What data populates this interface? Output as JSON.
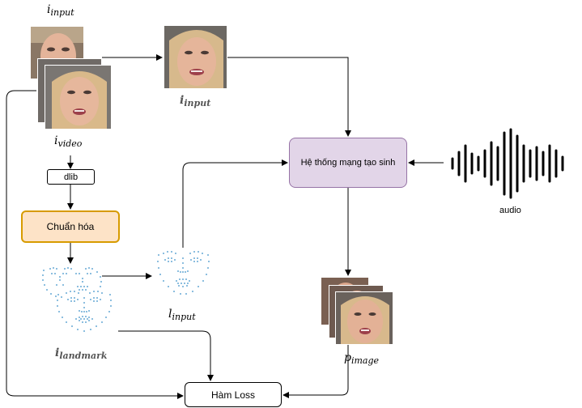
{
  "labels": {
    "i_input_top": {
      "base": "i",
      "sub": "input"
    },
    "i_input_mid": {
      "base": "i",
      "sub": "input"
    },
    "i_video": {
      "base": "i",
      "sub": "video"
    },
    "i_landmark": {
      "base": "i",
      "sub": "landmark"
    },
    "l_input": {
      "base": "l",
      "sub": "input"
    },
    "p_image": {
      "base": "p",
      "sub": "image"
    }
  },
  "boxes": {
    "dlib": "dlib",
    "normalize": "Chuẩn hóa",
    "generator": "Hệ thống mạng tạo sinh",
    "loss": "Hàm Loss"
  },
  "audio_label": "audio",
  "colors": {
    "normalize_fill": "#fde3c7",
    "normalize_border": "#d79b00",
    "generator_fill": "#e2d5e8",
    "generator_border": "#9673a6",
    "landmark_dots": "#3a8fc9",
    "waveform": "#000000"
  }
}
